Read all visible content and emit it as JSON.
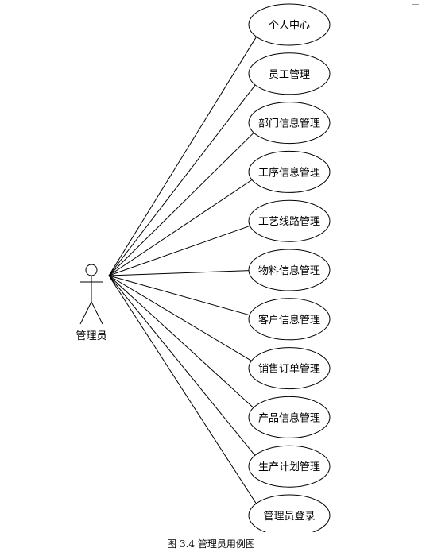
{
  "diagram": {
    "actor": {
      "label": "管理员"
    },
    "use_cases": [
      "个人中心",
      "员工管理",
      "部门信息管理",
      "工序信息管理",
      "工艺线路管理",
      "物料信息管理",
      "客户信息管理",
      "销售订单管理",
      "产品信息管理",
      "生产计划管理",
      "管理员登录"
    ]
  },
  "caption": "图 3.4  管理员用例图"
}
